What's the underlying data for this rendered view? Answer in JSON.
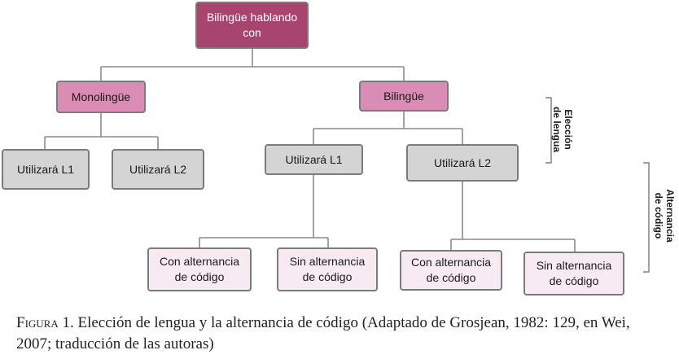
{
  "diagram": {
    "root": "Bilingüe hablando\ncon",
    "level1": {
      "left": "Monolingüe",
      "right": "Bilingüe"
    },
    "level2": {
      "mono_l1": "Utilizará L1",
      "mono_l2": "Utilizará L2",
      "bi_l1": "Utilizará L1",
      "bi_l2": "Utilizará L2"
    },
    "level3": {
      "l1_con": "Con alternancia\nde código",
      "l1_sin": "Sin alternancia\nde código",
      "l2_con": "Con alternancia\nde código",
      "l2_sin": "Sin alternancia\nde código"
    },
    "side_labels": {
      "eleccion": "Elección\nde lengua",
      "alternancia": "Alternancia\nde código"
    }
  },
  "caption": {
    "label": "Figura",
    "text": " 1. Elección de lengua y la alternancia de código (Adaptado de Grosjean, 1982: 129, en Wei, 2007; traducción de las autoras)"
  },
  "colors": {
    "root": "#a8456e",
    "level1": "#d98db5",
    "level2": "#d4d4d4",
    "level3": "#f8eaf2",
    "border": "#7b7b7b"
  }
}
